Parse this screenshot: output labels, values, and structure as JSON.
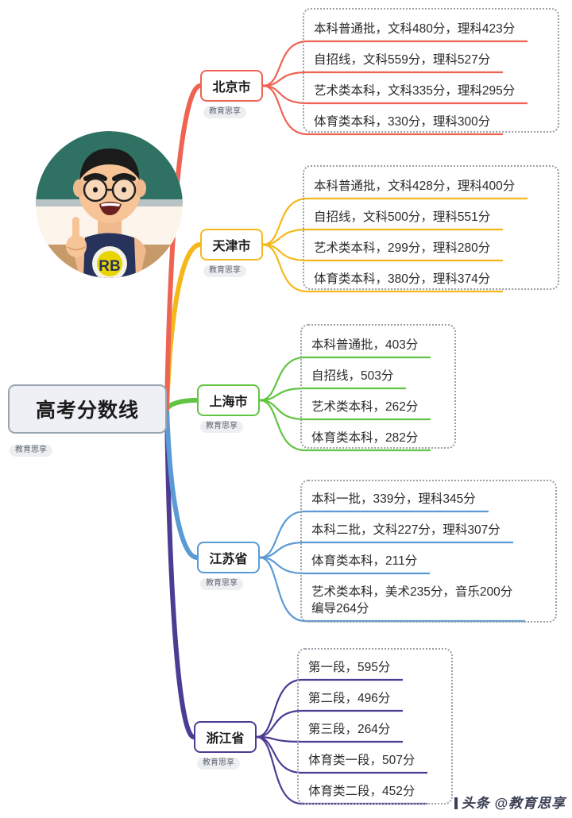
{
  "root": {
    "label": "高考分数线",
    "tag": "教育思享",
    "border_color": "#9aa4b0",
    "fill_color": "#eef0f5"
  },
  "watermark": {
    "text": "头条 @教育思享"
  },
  "avatar": {
    "name": "teacher-cartoon-avatar",
    "description": "卡通头像：戴眼镜的男老师，食指上举，深蓝色T恤，绿色黑板背景"
  },
  "branches": [
    {
      "id": "beijing",
      "label": "北京市",
      "tag": "教育思享",
      "color": "#ee6352",
      "items": [
        "本科普通批，文科480分，理科423分",
        "自招线，文科559分，理科527分",
        "艺术类本科，文科335分，理科295分",
        "体育类本科，330分，理科300分"
      ]
    },
    {
      "id": "tianjin",
      "label": "天津市",
      "tag": "教育思享",
      "color": "#f5b81b",
      "items": [
        "本科普通批，文科428分，理科400分",
        "自招线，文科500分，理科551分",
        "艺术类本科，299分，理科280分",
        "体育类本科，380分，理科374分"
      ]
    },
    {
      "id": "shanghai",
      "label": "上海市",
      "tag": "教育思享",
      "color": "#62c443",
      "items": [
        "本科普通批，403分",
        "自招线，503分",
        "艺术类本科，262分",
        "体育类本科，282分"
      ]
    },
    {
      "id": "jiangsu",
      "label": "江苏省",
      "tag": "教育思享",
      "color": "#5b9bd5",
      "items": [
        "本科一批，339分，理科345分",
        "本科二批，文科227分，理科307分",
        "体育类本科，211分",
        "艺术类本科，美术235分，音乐200分\n编导264分"
      ]
    },
    {
      "id": "zhejiang",
      "label": "浙江省",
      "tag": "教育思享",
      "color": "#4d3b94",
      "items": [
        "第一段，595分",
        "第二段，496分",
        "第三段，264分",
        "体育类一段，507分",
        "体育类二段，452分"
      ]
    }
  ]
}
